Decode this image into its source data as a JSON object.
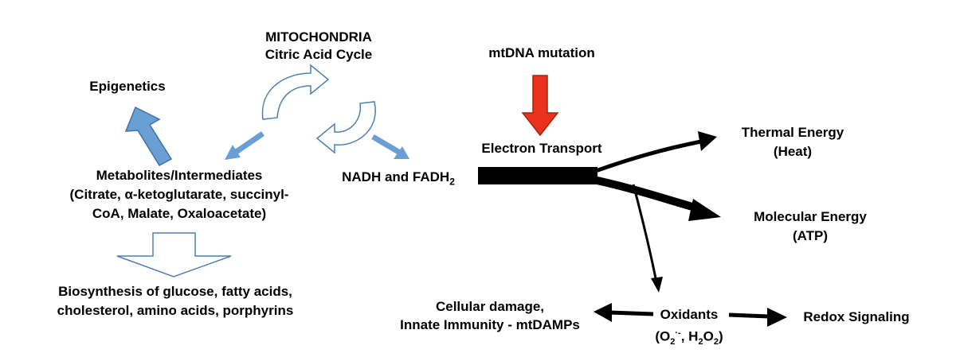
{
  "labels": {
    "mitochondria": "MITOCHONDRIA",
    "citric_acid_cycle": "Citric Acid Cycle",
    "mtdna_mutation": "mtDNA mutation",
    "epigenetics": "Epigenetics",
    "metabolites_title": "Metabolites/Intermediates",
    "metabolites_line1": "(Citrate, α-ketoglutarate, succinyl-",
    "metabolites_line2": "CoA, Malate, Oxaloacetate)",
    "nadh_prefix": "NADH and FADH",
    "nadh_sub": "2",
    "electron_transport": "Electron Transport",
    "thermal_energy": "Thermal Energy",
    "heat": "(Heat)",
    "molecular_energy": "Molecular Energy",
    "atp": "(ATP)",
    "biosynthesis_line1": "Biosynthesis of glucose,  fatty acids,",
    "biosynthesis_line2": "cholesterol, amino acids, porphyrins",
    "cellular_damage_line1": "Cellular damage,",
    "cellular_damage_line2": "Innate Immunity - mtDAMPs",
    "oxidants": "Oxidants",
    "oxidants_o2": "(O",
    "oxidants_o2_sub": "2",
    "oxidants_o2_sup": "·-",
    "oxidants_sep": ", H",
    "oxidants_h2_sub": "2",
    "oxidants_o": "O",
    "oxidants_o2b_sub": "2",
    "oxidants_close": ")",
    "redox_signaling": "Redox Signaling"
  },
  "colors": {
    "blue_arrow": "#6a9fd4",
    "blue_outline": "#3f6fa8",
    "red_arrow": "#e8321e",
    "black": "#000000",
    "outline_arrow": "#4e7fb3"
  }
}
